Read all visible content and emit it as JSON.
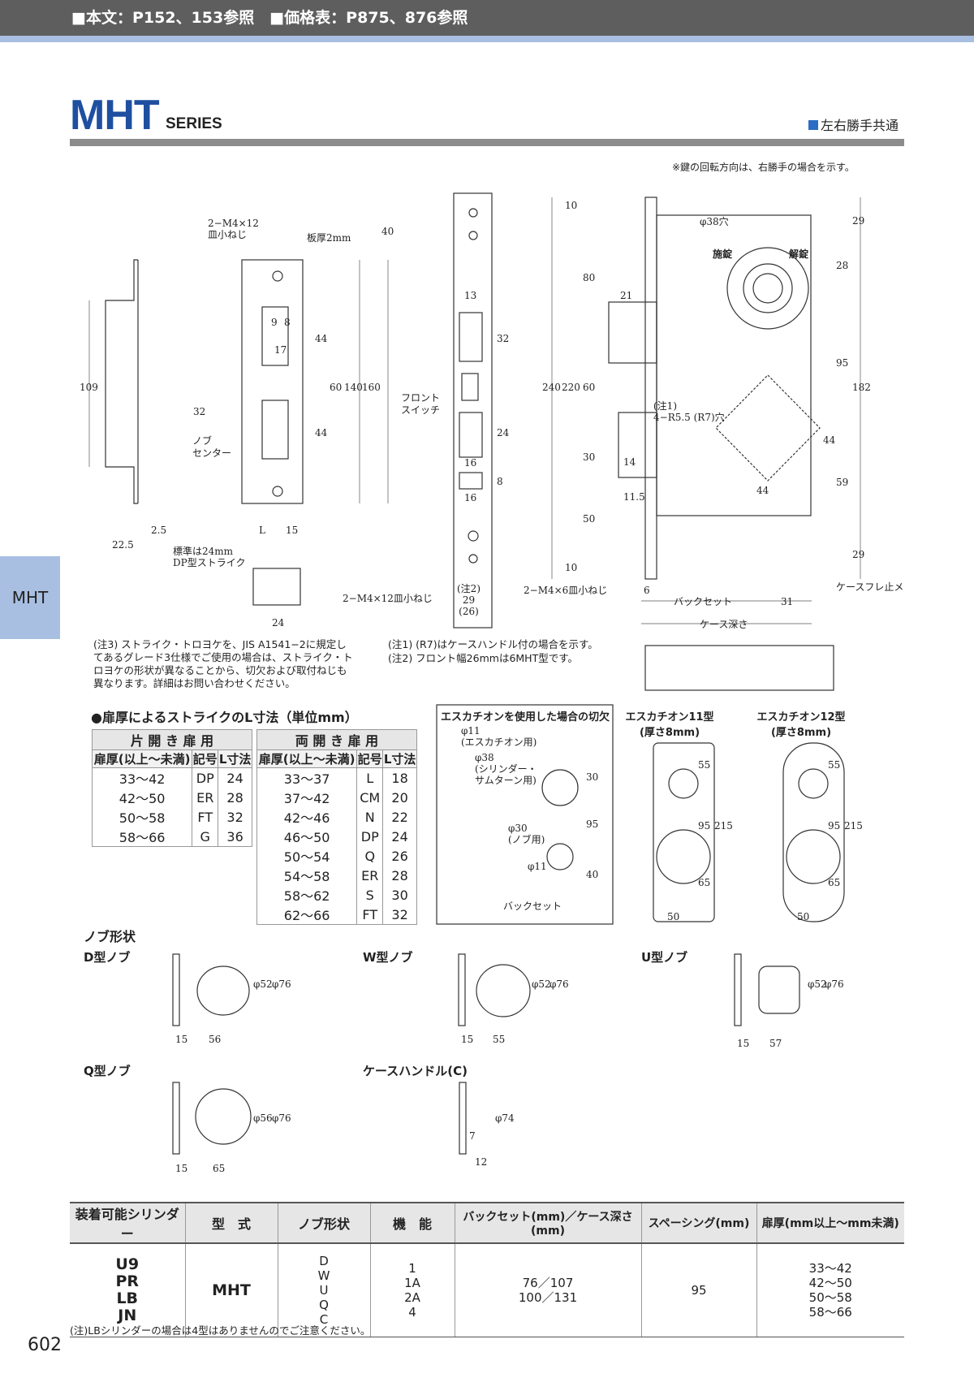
{
  "header": {
    "refs": "■本文：P152、153参照　■価格表：P875、876参照"
  },
  "title": {
    "main": "MHT",
    "series": "SERIES",
    "handing": "左右勝手共通"
  },
  "side_tab": "MHT",
  "key_note": "※鍵の回転方向は、右勝手の場合を示す。",
  "drawings": {
    "labels": [
      "2−M4×12\n皿小ねじ",
      "板厚2mm",
      "ノブ\nセンター",
      "標準は24mm\nDP型ストライク",
      "フロント\nスイッチ",
      "2−M4×12皿小ねじ",
      "(注2)\n29\n(26)",
      "2−M4×6皿小ねじ",
      "φ38穴",
      "施錠",
      "解錠",
      "(注1)\n4−R5.5 (R7)穴",
      "バックセット",
      "ケース深さ",
      "ケースフレ止メ"
    ],
    "dims_strike": [
      "109",
      "32",
      "22.5",
      "2.5",
      "L",
      "15",
      "40",
      "9",
      "8",
      "17",
      "44",
      "60",
      "140",
      "160",
      "44",
      "24"
    ],
    "dims_front": [
      "13",
      "32",
      "24",
      "16",
      "8",
      "16"
    ],
    "dims_case": [
      "10",
      "80",
      "21",
      "60",
      "220",
      "240",
      "30",
      "14",
      "11.5",
      "50",
      "10",
      "29",
      "28",
      "95",
      "182",
      "44",
      "59",
      "44",
      "29",
      "6",
      "31"
    ]
  },
  "notes": {
    "note3": "(注3) ストライク・トロヨケを、JIS A1541−2に規定してあるグレード3仕様でご使用の場合は、ストライク・トロヨケの形状が異なることから、切欠および取付ねじも異なります。詳細はお問い合わせください。",
    "note1": "(注1) (R7)はケースハンドル付の場合を示す。",
    "note2": "(注2) フロント幅26mmは6MHT型です。"
  },
  "strike_table": {
    "title": "●扉厚によるストライクのL寸法（単位mm）",
    "single": {
      "heading": "片 開 き 扉 用",
      "columns": [
        "扉厚(以上〜未満)",
        "記号",
        "L寸法"
      ],
      "rows": [
        [
          "33〜42",
          "DP",
          "24"
        ],
        [
          "42〜50",
          "ER",
          "28"
        ],
        [
          "50〜58",
          "FT",
          "32"
        ],
        [
          "58〜66",
          "G",
          "36"
        ]
      ]
    },
    "double": {
      "heading": "両 開 き 扉 用",
      "columns": [
        "扉厚(以上〜未満)",
        "記号",
        "L寸法"
      ],
      "rows": [
        [
          "33〜37",
          "L",
          "18"
        ],
        [
          "37〜42",
          "CM",
          "20"
        ],
        [
          "42〜46",
          "N",
          "22"
        ],
        [
          "46〜50",
          "DP",
          "24"
        ],
        [
          "50〜54",
          "Q",
          "26"
        ],
        [
          "54〜58",
          "ER",
          "28"
        ],
        [
          "58〜62",
          "S",
          "30"
        ],
        [
          "62〜66",
          "FT",
          "32"
        ]
      ]
    }
  },
  "escutcheon_cut": {
    "title": "エスカチオンを使用した場合の切欠",
    "labels": [
      "φ11\n(エスカチオン用)",
      "φ38\n(シリンダー・\nサムターン用)",
      "φ30\n(ノブ用)",
      "φ11",
      "バックセット"
    ],
    "dims": [
      "30",
      "95",
      "40"
    ]
  },
  "escutcheons": [
    {
      "title": "エスカチオン11型",
      "sub": "(厚さ8mm)",
      "dims": [
        "55",
        "95",
        "215",
        "65",
        "50"
      ]
    },
    {
      "title": "エスカチオン12型",
      "sub": "(厚さ8mm)",
      "dims": [
        "55",
        "95",
        "215",
        "65",
        "50"
      ]
    }
  ],
  "knobs": {
    "title": "ノブ形状",
    "items": [
      {
        "name": "D型ノブ",
        "dims": [
          "φ52",
          "φ76",
          "15",
          "56"
        ]
      },
      {
        "name": "W型ノブ",
        "dims": [
          "φ52",
          "φ76",
          "15",
          "55"
        ]
      },
      {
        "name": "U型ノブ",
        "dims": [
          "φ52",
          "φ76",
          "15",
          "57"
        ]
      },
      {
        "name": "Q型ノブ",
        "dims": [
          "φ56",
          "φ76",
          "15",
          "65"
        ]
      },
      {
        "name": "ケースハンドル(C)",
        "dims": [
          "φ74",
          "7",
          "12"
        ]
      }
    ]
  },
  "spec_table": {
    "columns": [
      "装着可能シリンダー",
      "型　式",
      "ノブ形状",
      "機　能",
      "バックセット(mm)／ケース深さ(mm)",
      "スペーシング(mm)",
      "扉厚(mm以上〜mm未満)"
    ],
    "row": [
      "U9\nPR\nLB\nJN",
      "MHT",
      "D\nW\nU\nQ\nC",
      "1\n1A\n2A\n4",
      "76／107\n100／131",
      "95",
      "33〜42\n42〜50\n50〜58\n58〜66"
    ],
    "footnote": "(注)LBシリンダーの場合は4型はありませんのでご注意ください。"
  },
  "page_number": "602"
}
